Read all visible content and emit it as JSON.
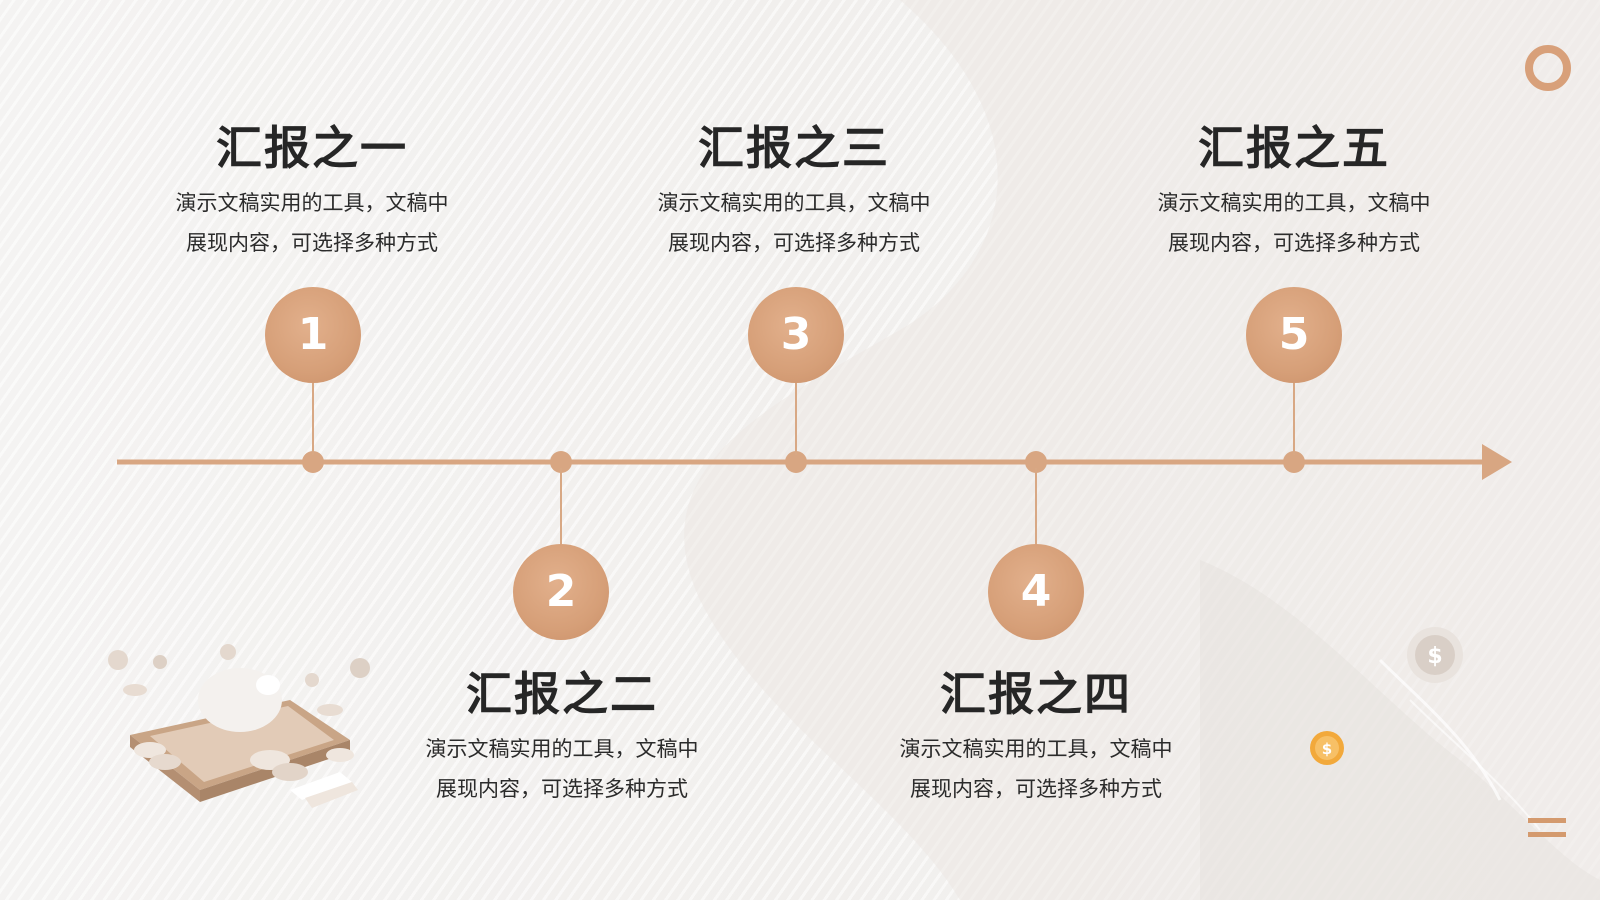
{
  "slide": {
    "items": [
      {
        "number": "1",
        "title": "汇报之一",
        "desc_line1": "演示文稿实用的工具，文稿中",
        "desc_line2": "展现内容，可选择多种方式"
      },
      {
        "number": "2",
        "title": "汇报之二",
        "desc_line1": "演示文稿实用的工具，文稿中",
        "desc_line2": "展现内容，可选择多种方式"
      },
      {
        "number": "3",
        "title": "汇报之三",
        "desc_line1": "演示文稿实用的工具，文稿中",
        "desc_line2": "展现内容，可选择多种方式"
      },
      {
        "number": "4",
        "title": "汇报之四",
        "desc_line1": "演示文稿实用的工具，文稿中",
        "desc_line2": "展现内容，可选择多种方式"
      },
      {
        "number": "5",
        "title": "汇报之五",
        "desc_line1": "演示文稿实用的工具，文稿中",
        "desc_line2": "展现内容，可选择多种方式"
      }
    ],
    "colors": {
      "accent": "#d8a682",
      "text": "#262626",
      "coin": "#f2a93b"
    },
    "icons": [
      "ring-icon",
      "menu-icon",
      "coin-icon",
      "piggy-bank-illustration"
    ]
  }
}
